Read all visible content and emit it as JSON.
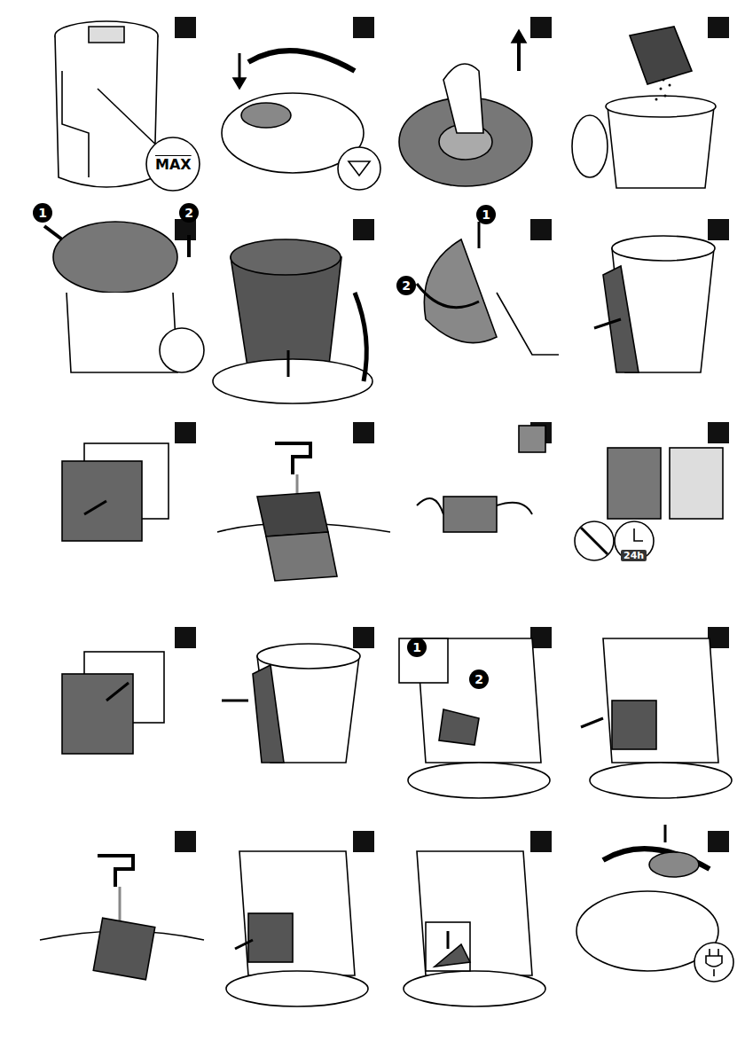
{
  "diagram": {
    "labels": [
      "MAX",
      "1",
      "2",
      "1",
      "2",
      "24h",
      "1",
      "2"
    ]
  }
}
